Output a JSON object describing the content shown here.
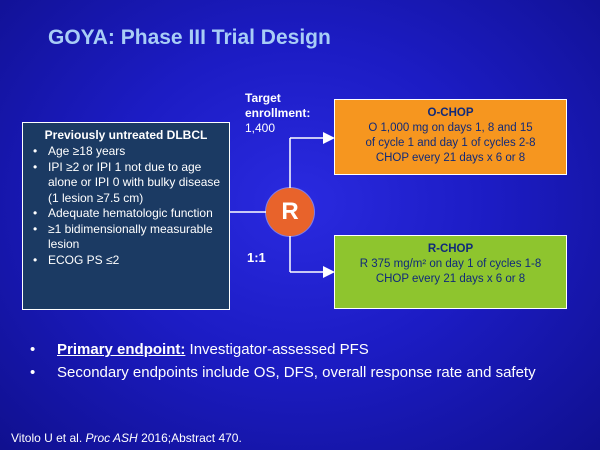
{
  "title": "GOYA: Phase III Trial Design",
  "criteria": {
    "heading": "Previously untreated DLBCL",
    "items": [
      "Age ≥18 years",
      "IPI ≥2 or IPI 1 not due to age alone or IPI 0 with bulky disease (1 lesion ≥7.5 cm)",
      "Adequate hematologic function",
      "≥1 bidimensionally measurable lesion",
      "ECOG PS ≤2"
    ]
  },
  "enrollment": {
    "label": "Target enrollment:",
    "value": "1,400"
  },
  "randomization": {
    "symbol": "R",
    "ratio": "1:1"
  },
  "arms": [
    {
      "name": "O-CHOP",
      "lines": [
        "O 1,000 mg on days 1, 8 and 15",
        "of cycle 1 and day 1 of cycles 2-8",
        "CHOP every 21 days x 6 or 8"
      ]
    },
    {
      "name": "R-CHOP",
      "lines": [
        "R 375 mg/m² on day 1 of cycles 1-8",
        "CHOP every 21 days x 6 or 8"
      ]
    }
  ],
  "endpoints": {
    "primary_label": "Primary endpoint:",
    "primary_text": " Investigator-assessed PFS",
    "secondary": "Secondary endpoints include OS, DFS, overall response rate and safety"
  },
  "citation": {
    "prefix": "Vitolo U et al. ",
    "journal": "Proc ASH",
    "suffix": " 2016;Abstract 470."
  },
  "colors": {
    "background": "#1c1cc4",
    "title": "#a8cdf6",
    "criteria_box": "#1b3a63",
    "randomize_circle": "#e8632b",
    "ochop_box": "#f6961f",
    "rchop_box": "#8ec52e",
    "arm_text": "#102a7a"
  }
}
